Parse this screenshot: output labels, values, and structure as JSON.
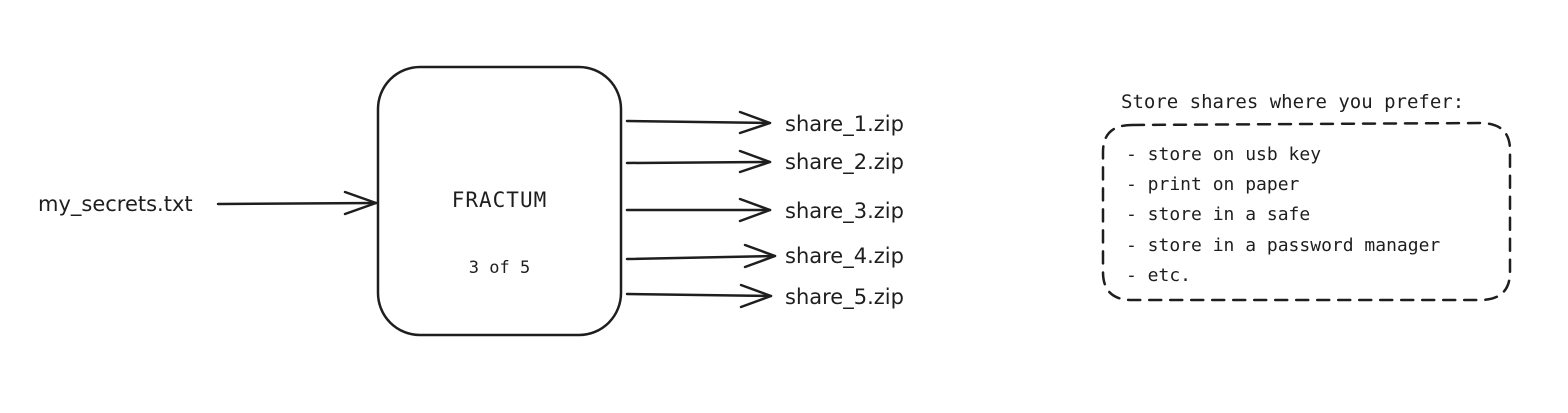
{
  "input": {
    "file": "my_secrets.txt"
  },
  "tool": {
    "name": "FRACTUM",
    "threshold": "3 of 5"
  },
  "outputs": [
    "share_1.zip",
    "share_2.zip",
    "share_3.zip",
    "share_4.zip",
    "share_5.zip"
  ],
  "storage": {
    "title": "Store shares where you prefer:",
    "options": [
      "- store on usb key",
      "- print on paper",
      "- store in a safe",
      "- store in a password manager",
      "- etc."
    ]
  },
  "colors": {
    "ink": "#1e1e1e",
    "background": "#ffffff"
  }
}
